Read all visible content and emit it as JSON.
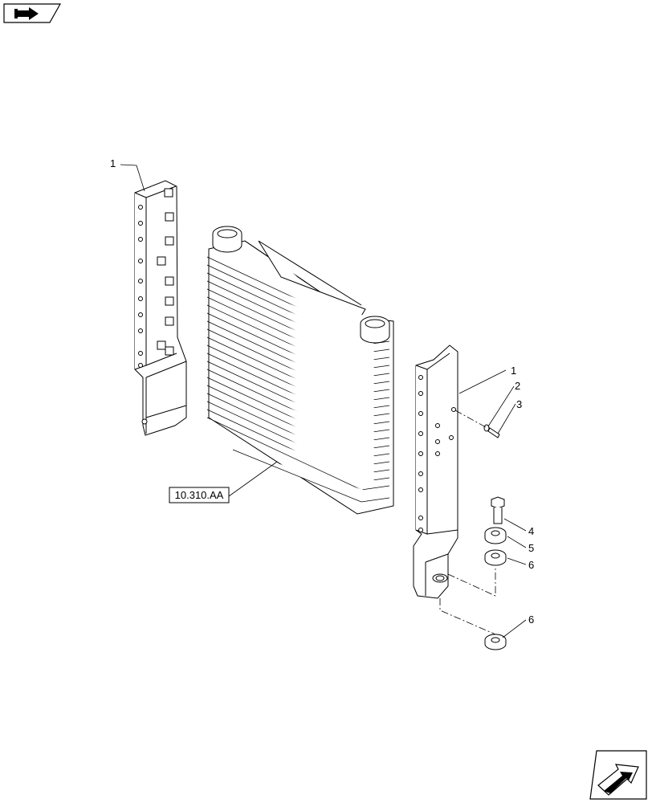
{
  "diagram": {
    "reference_label": "10.310.AA",
    "callouts": [
      "1",
      "1",
      "2",
      "3",
      "4",
      "5",
      "6",
      "6"
    ]
  },
  "icons": {
    "top_left": "forward-arrow-icon",
    "bottom_right": "next-page-arrow-icon"
  },
  "colors": {
    "line": "#000000",
    "background": "#ffffff"
  }
}
